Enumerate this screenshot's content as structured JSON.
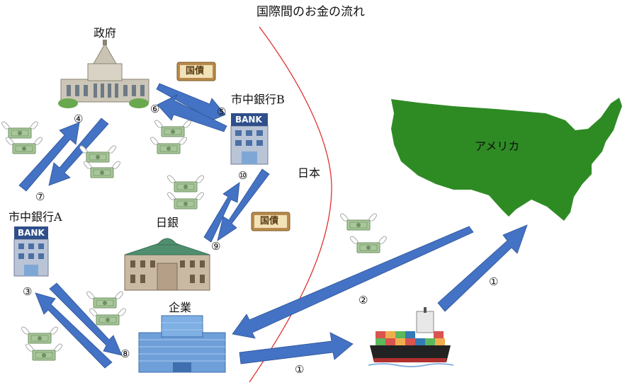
{
  "title": "国際間のお金の流れ",
  "labels": {
    "government": "政府",
    "bank_b": "市中銀行B",
    "bank_a": "市中銀行A",
    "boj": "日銀",
    "company": "企業",
    "japan": "日本",
    "america": "アメリカ"
  },
  "icons": {
    "bank_sign": "BANK",
    "bond_text": "国債"
  },
  "steps": {
    "s1_ship": "①",
    "s1_usa": "①",
    "s2": "②",
    "s3": "③",
    "s4": "④",
    "s5": "⑤",
    "s6": "⑥",
    "s7": "⑦",
    "s8": "⑧",
    "s9": "⑨",
    "s10": "⑩"
  },
  "colors": {
    "arrow": "#4472c4",
    "arrow_edge": "#2f5597",
    "usa_map": "#2e8b24",
    "border_line": "#e03030",
    "money": "#a8c79a"
  }
}
